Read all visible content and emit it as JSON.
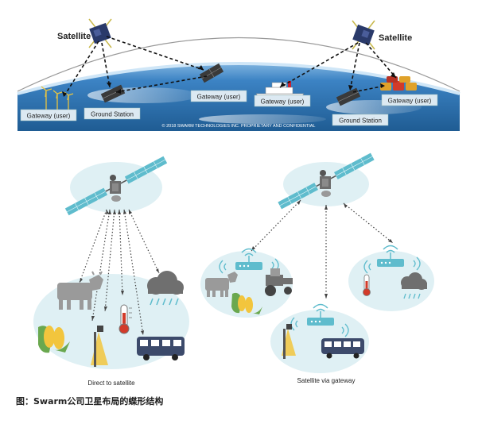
{
  "top_banner": {
    "satellite_left": "Satellite",
    "satellite_right": "Satellite",
    "gateway_user_1": "Gateway (user)",
    "ground_station_1": "Ground Station",
    "gateway_user_2": "Gateway (user)",
    "gateway_user_3": "Gateway (user)",
    "ground_station_2": "Ground Station",
    "gateway_user_4": "Gateway (user)",
    "copyright": "© 2018 SWARM TECHNOLOGIES INC. PROPRIETARY AND CONFIDENTIAL"
  },
  "left_diagram": {
    "label": "Direct to satellite"
  },
  "right_diagram": {
    "label": "Satellite via gateway"
  },
  "caption": "图：Swarm公司卫星布局的蝶形结构",
  "colors": {
    "blob": "#dff0f4",
    "panel": "#5fbccd",
    "sky": "#ffffff",
    "earth": "#2f79b5",
    "label_box": "#dce9f2",
    "line": "#222222"
  }
}
